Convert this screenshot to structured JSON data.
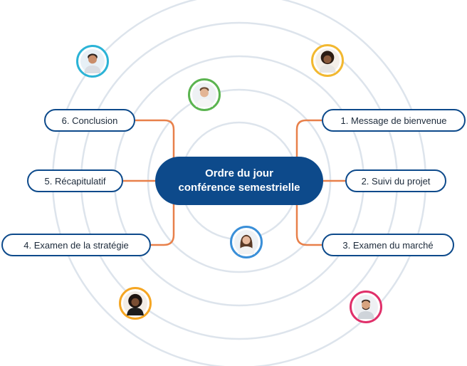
{
  "center": {
    "line1": "Ordre du jour",
    "line2": "conférence semestrielle"
  },
  "topics": [
    {
      "label": "1.  Message de bienvenue"
    },
    {
      "label": "2. Suivi du projet"
    },
    {
      "label": "3. Examen du marché"
    },
    {
      "label": "4. Examen de la stratégie"
    },
    {
      "label": "5. Récapitulatif"
    },
    {
      "label": "6. Conclusion"
    }
  ],
  "colors": {
    "node_border": "#0d4a8b",
    "center_fill": "#0d4a8b",
    "connector": "#e8804a",
    "rings": "#dde4ec"
  },
  "avatars": [
    {
      "name": "avatar-top-left",
      "ring": "#2bb3d6"
    },
    {
      "name": "avatar-top-right",
      "ring": "#f2b830"
    },
    {
      "name": "avatar-upper-center",
      "ring": "#5bb450"
    },
    {
      "name": "avatar-lower-center",
      "ring": "#3a8fd8"
    },
    {
      "name": "avatar-bottom-left",
      "ring": "#f5a623"
    },
    {
      "name": "avatar-bottom-right",
      "ring": "#e0306a"
    }
  ]
}
